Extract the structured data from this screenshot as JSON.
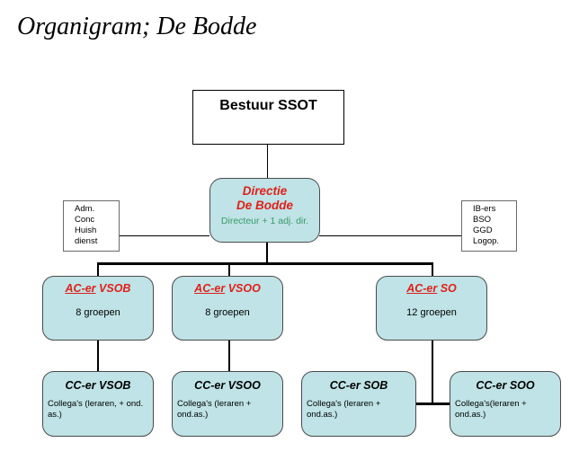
{
  "title": "Organigram; De Bodde",
  "board": {
    "label": "Bestuur SSOT"
  },
  "directie": {
    "line1": "Directie",
    "line2": "De Bodde",
    "sub": "Directeur + 1 adj. dir."
  },
  "left_note": [
    "Adm.",
    "Conc",
    "Huish",
    "dienst"
  ],
  "right_note": [
    "IB-ers",
    "BSO",
    "GGD",
    "Logop."
  ],
  "ac_boxes": [
    {
      "prefix": "AC-er",
      "suffix": " VSOB",
      "groups": "8 groepen"
    },
    {
      "prefix": "AC-er",
      "suffix": " VSOO",
      "groups": "8 groepen"
    },
    {
      "prefix": "AC-er",
      "suffix": " SO",
      "groups": "12 groepen"
    }
  ],
  "cc_boxes": [
    {
      "title": "CC-er VSOB",
      "text": "Collega's (leraren, + ond. as.)"
    },
    {
      "title": "CC-er VSOO",
      "text": "Collega's (leraren + ond.as.)"
    },
    {
      "title": "CC-er SOB",
      "text": "Collega's (leraren + ond.as.)"
    },
    {
      "title": "CC-er SOO",
      "text": "Collega's(leraren + ond.as.)"
    }
  ],
  "colors": {
    "box_fill": "#bfe3e6",
    "accent_red": "#e0201a",
    "subtitle_green": "#3a9a6a"
  }
}
